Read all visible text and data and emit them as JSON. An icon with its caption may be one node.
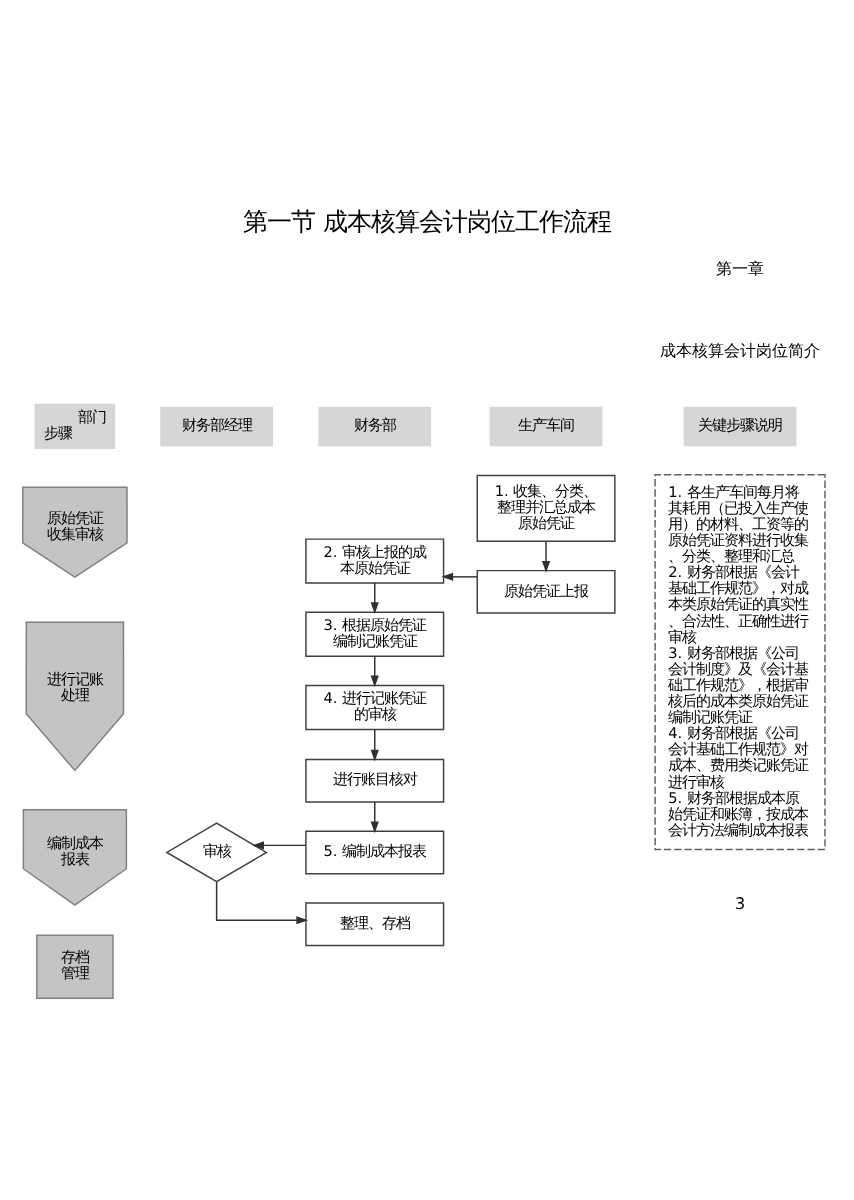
{
  "diagram": {
    "title": "第一节 成本核算会计岗位工作流程",
    "nodes": [
      {
        "text": [
          "部门",
          "步骤"
        ]
      },
      {
        "text": [
          "财务部经理"
        ]
      },
      {
        "text": [
          "财务部"
        ]
      },
      {
        "text": [
          "生产车间"
        ]
      },
      {
        "text": [
          "关键步骤说明"
        ]
      },
      {
        "text": [
          "原始凭证收集审核"
        ]
      },
      {
        "text": [
          "1. 收集、分类、整理并汇总成本原始凭证"
        ]
      },
      {
        "text": [
          "1. 各生产车间每月将其耗用（已投入生产使用）的材料、工资等的原始凭证资料进行收集、分类、整理和汇总",
          "2. 财务部根据《会计基础工作规范》，对成本类原始凭证的真实性、合法性、正确性进行审核",
          "3. 财务部根据《公司会计制度》及《会计基础工作规范》，根据审核后的成本类原始凭证编制记账凭证",
          "4. 财务部根据《公司会计基础工作规范》对成本、费用类记账凭证进行审核",
          "5. 财务部根据成本原始凭证和账簿，按成本会计方法编制成本报表"
        ]
      },
      {
        "text": [
          "进行记账处理"
        ]
      },
      {
        "text": [
          "2. 审核上报的成本原始凭证"
        ]
      },
      {
        "text": [
          "原始凭证上报"
        ]
      },
      {
        "text": [
          "3. 根据原始凭证编制记账凭证"
        ]
      },
      {
        "text": [
          "4. 进行记账凭证的审核"
        ]
      },
      {
        "text": [
          "编制成本报表"
        ]
      },
      {
        "text": [
          "进行账目核对"
        ]
      },
      {
        "text": [
          "审核"
        ]
      },
      {
        "text": [
          "5. 编制成本报表"
        ]
      },
      {
        "text": [
          "存档管理"
        ]
      },
      {
        "text": [
          "整理、存档"
        ]
      }
    ],
    "edges": [
      {
        "from": 6,
        "to": 10,
        "arrow": "to"
      },
      {
        "from": 10,
        "to": 9,
        "arrow": "to"
      },
      {
        "from": 9,
        "to": 11,
        "arrow": "to"
      },
      {
        "from": 11,
        "to": 12,
        "arrow": "to"
      },
      {
        "from": 12,
        "to": 14,
        "arrow": "to"
      },
      {
        "from": 14,
        "to": 16,
        "arrow": "to"
      },
      {
        "from": 16,
        "to": 15,
        "arrow": "to"
      },
      {
        "from": 15,
        "to": 18,
        "arrow": "to"
      }
    ],
    "labels": [
      "第一章",
      "成本核算会计岗位简介",
      "3"
    ]
  }
}
